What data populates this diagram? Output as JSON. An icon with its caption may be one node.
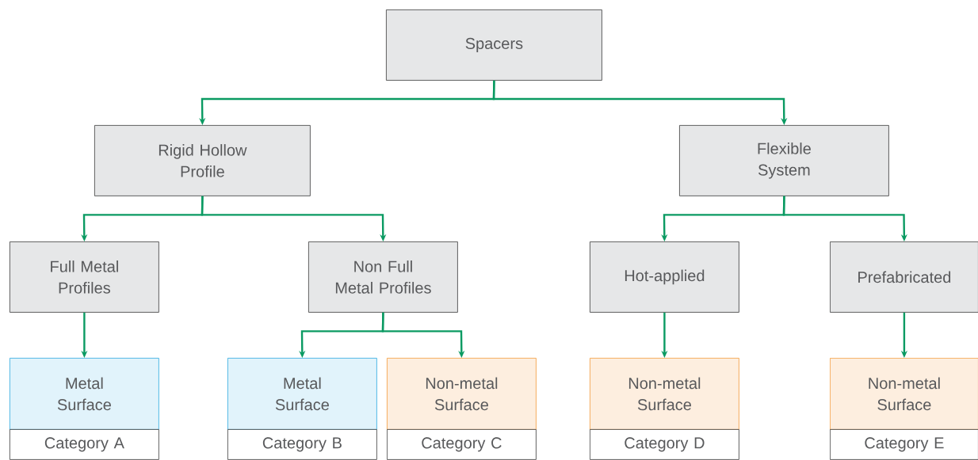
{
  "diagram": {
    "nodes": [
      {
        "text": [
          "Spacers"
        ]
      },
      {
        "text": [
          "Rigid Hollow Profile"
        ]
      },
      {
        "text": [
          "Flexible System"
        ]
      },
      {
        "text": [
          "Full Metal Profiles"
        ]
      },
      {
        "text": [
          "Non Full Metal Profiles"
        ]
      },
      {
        "text": [
          "Hot-applied"
        ]
      },
      {
        "text": [
          "Prefabricated"
        ]
      },
      {
        "text": [
          "Metal Surface"
        ]
      },
      {
        "text": [
          "Category A"
        ]
      },
      {
        "text": [
          "Metal Surface"
        ]
      },
      {
        "text": [
          "Category B"
        ]
      },
      {
        "text": [
          "Non-metal Surface"
        ]
      },
      {
        "text": [
          "Category C"
        ]
      },
      {
        "text": [
          "Non-metal Surface"
        ]
      },
      {
        "text": [
          "Category D"
        ]
      },
      {
        "text": [
          "Non-metal Surface"
        ]
      },
      {
        "text": [
          "Category E"
        ]
      }
    ],
    "edges": [
      {
        "from": 0,
        "to": 1,
        "arrow": "to"
      },
      {
        "from": 0,
        "to": 2,
        "arrow": "to"
      },
      {
        "from": 1,
        "to": 3,
        "arrow": "to"
      },
      {
        "from": 1,
        "to": 4,
        "arrow": "to"
      },
      {
        "from": 2,
        "to": 5,
        "arrow": "to"
      },
      {
        "from": 2,
        "to": 6,
        "arrow": "to"
      },
      {
        "from": 3,
        "to": 7,
        "arrow": "to"
      },
      {
        "from": 4,
        "to": 9,
        "arrow": "to"
      },
      {
        "from": 4,
        "to": 11,
        "arrow": "to"
      },
      {
        "from": 5,
        "to": 13,
        "arrow": "to"
      },
      {
        "from": 6,
        "to": 15,
        "arrow": "to"
      }
    ]
  }
}
